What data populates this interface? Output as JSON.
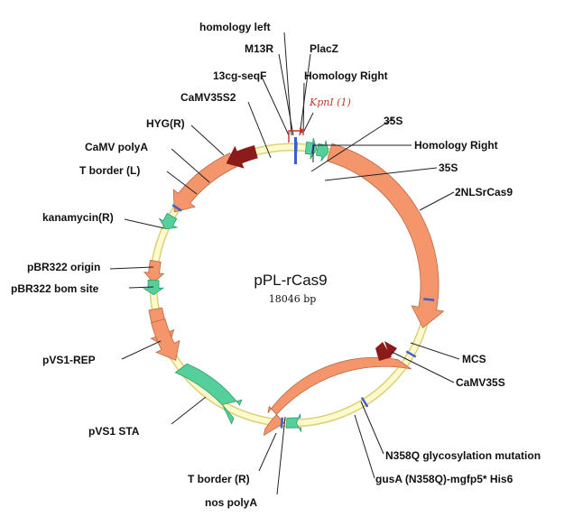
{
  "plasmid": {
    "name": "pPL-rCas9",
    "size": "18046 bp"
  },
  "colors": {
    "backbone_fill": "#fffacd",
    "backbone_stroke": "#d8d27a",
    "gene": "#f4956b",
    "gene_stroke": "#b86a45",
    "promoter": "#55cf9b",
    "promoter_stroke": "#2f9c6c",
    "terminator": "#8b1a1a",
    "marker": "#3a5fcd",
    "site": "#c0392b"
  },
  "labels": {
    "homology_left": "homology left",
    "m13r": "M13R",
    "placz": "PlacZ",
    "seqf": "13cg-seqF",
    "homology_right_top": "Homology Right",
    "kpni": "KpnI (1)",
    "camv35s2": "CaMV35S2",
    "hyg": "HYG(R)",
    "camv_polya": "CaMV  polyA",
    "t_border_l": "T border (L)",
    "kanamycin": "kanamycin(R)",
    "pbr_origin": "pBR322 origin",
    "pbr_bom": "pBR322 bom site",
    "pvs1_rep": "pVS1-REP",
    "pvs1_sta": "pVS1 STA",
    "t_border_r": "T border (R)",
    "nos_polya": "nos  polyA",
    "p35s_a": "35S",
    "homology_right": "Homology Right",
    "p35s_b": "35S",
    "cas9": "2NLSrCas9",
    "mcs": "MCS",
    "camv35s": "CaMV35S",
    "n358q": "N358Q glycosylation mutation",
    "gusa": "gusA (N358Q)-mgfp5* His6"
  }
}
